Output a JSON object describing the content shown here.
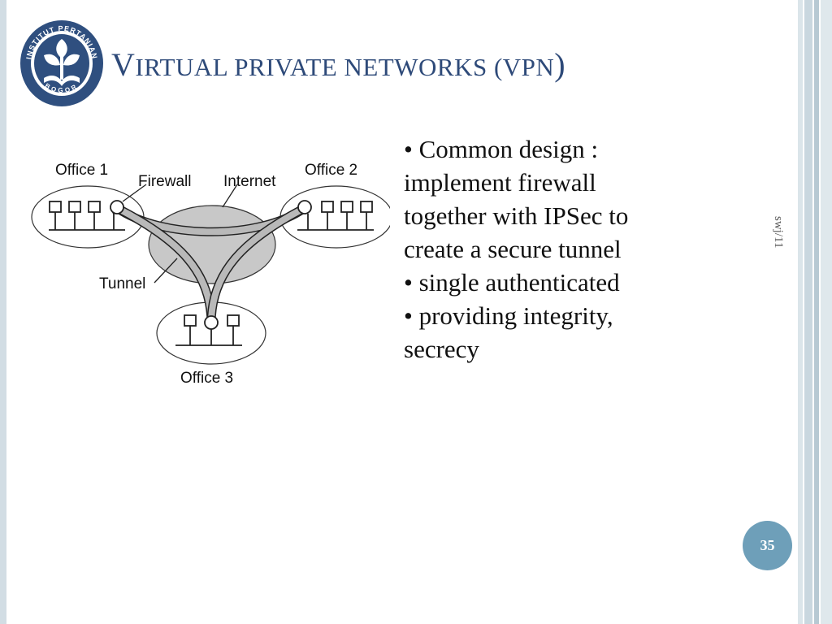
{
  "slide": {
    "title": "Virtual private networks (vpn)",
    "title_parts": {
      "cap1": "V",
      "rest1": "IRTUAL PRIVATE NETWORKS (",
      "rest2": "VPN",
      "close": ")"
    },
    "logo_text": {
      "ring": "INSTITUT PERTANIAN",
      "bottom": "BOGOR"
    },
    "bullets": [
      "• Common design :",
      "implement firewall",
      "together with IPSec to",
      "create a secure tunnel",
      "• single authenticated",
      "• providing integrity,",
      "secrecy"
    ],
    "side_label": "swj/11",
    "page_number": "35"
  },
  "diagram": {
    "labels": {
      "office1": "Office 1",
      "office2": "Office 2",
      "office3": "Office 3",
      "firewall": "Firewall",
      "internet": "Internet",
      "tunnel": "Tunnel"
    }
  },
  "colors": {
    "title": "#2e4a79",
    "logo": "#2f4f7f",
    "page_badge": "#6e9fb9",
    "internet_fill": "#c8c8c8",
    "tunnel_fill": "#b9b9b9"
  }
}
